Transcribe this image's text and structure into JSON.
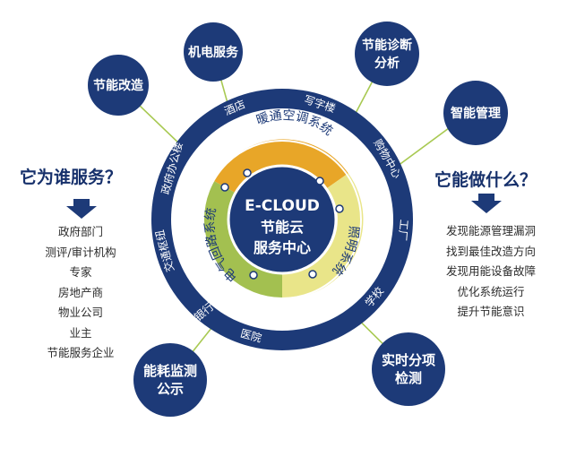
{
  "center": {
    "line1": "E-CLOUD",
    "line2": "节能云",
    "line3": "服务中心"
  },
  "inner_ring": {
    "hvac": "暖通空调系统",
    "lighting": "照明系统",
    "power": "电气回路系统"
  },
  "outer_ring_labels": [
    "写字楼",
    "购物中心",
    "工厂",
    "学校",
    "医院",
    "银行",
    "交通枢纽",
    "政府办公楼",
    "酒店"
  ],
  "satellites": [
    {
      "label": "机电服务"
    },
    {
      "label": "节能诊断\n分析"
    },
    {
      "label": "节能改造"
    },
    {
      "label": "智能管理"
    },
    {
      "label": "能耗监测\n公示"
    },
    {
      "label": "实时分项\n检测"
    }
  ],
  "left_panel": {
    "title": "它为谁服务？",
    "items": [
      "政府部门",
      "测评/审计机构",
      "专家",
      "房地产商",
      "物业公司",
      "业主",
      "节能服务企业"
    ]
  },
  "right_panel": {
    "title": "它能做什么？",
    "items": [
      "发现能源管理漏洞",
      "找到最佳改造方向",
      "发现用能设备故障",
      "优化系统运行",
      "提升节能意识"
    ]
  },
  "colors": {
    "navy": "#1d3a78",
    "hvac_orange": "#e8a628",
    "lighting_yellow": "#e9e589",
    "power_green": "#a3c050",
    "connector_green": "#a8c952"
  }
}
